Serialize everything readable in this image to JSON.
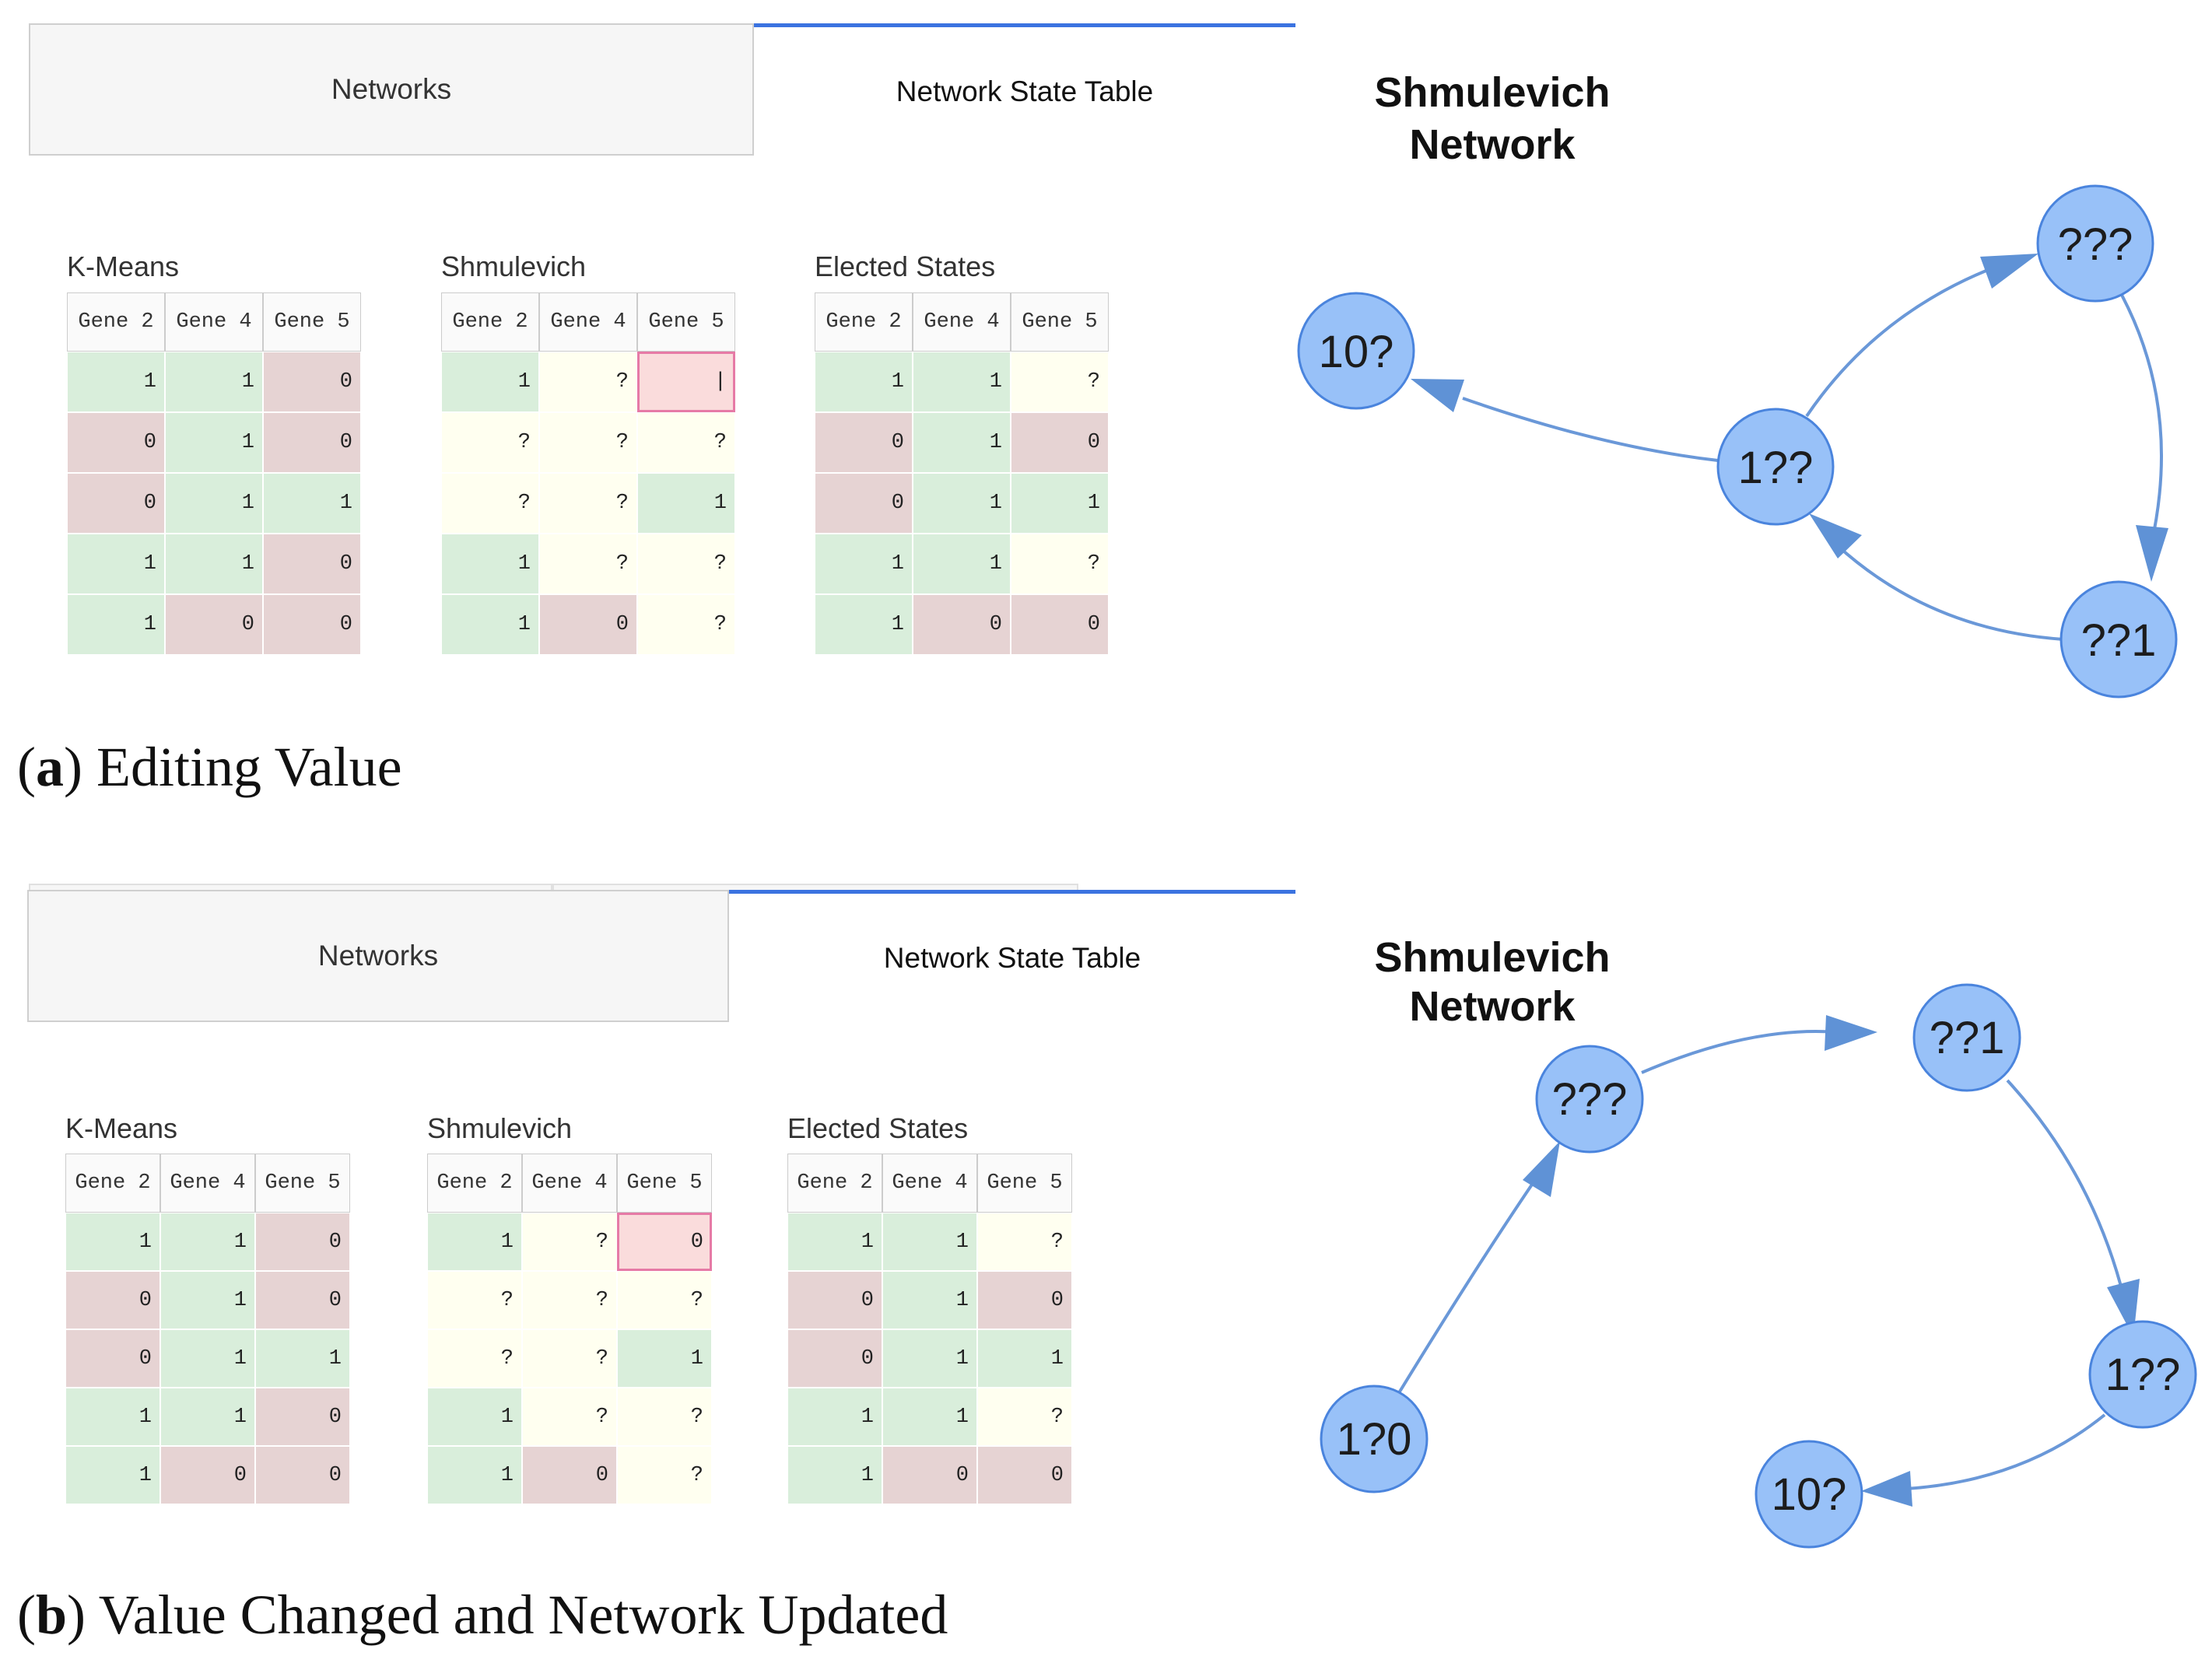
{
  "panels": [
    {
      "id": "a",
      "caption_letter": "a",
      "caption_text": "Editing Value",
      "tabs": {
        "networks": "Networks",
        "state_table": "Network State Table"
      },
      "tables": [
        {
          "title": "K-Means",
          "headers": [
            "Gene 2",
            "Gene 4",
            "Gene 5"
          ],
          "rows": [
            [
              {
                "v": "1",
                "s": "g"
              },
              {
                "v": "1",
                "s": "g"
              },
              {
                "v": "0",
                "s": "r"
              }
            ],
            [
              {
                "v": "0",
                "s": "r"
              },
              {
                "v": "1",
                "s": "g"
              },
              {
                "v": "0",
                "s": "r"
              }
            ],
            [
              {
                "v": "0",
                "s": "r"
              },
              {
                "v": "1",
                "s": "g"
              },
              {
                "v": "1",
                "s": "g"
              }
            ],
            [
              {
                "v": "1",
                "s": "g"
              },
              {
                "v": "1",
                "s": "g"
              },
              {
                "v": "0",
                "s": "r"
              }
            ],
            [
              {
                "v": "1",
                "s": "g"
              },
              {
                "v": "0",
                "s": "r"
              },
              {
                "v": "0",
                "s": "r"
              }
            ]
          ]
        },
        {
          "title": "Shmulevich",
          "headers": [
            "Gene 2",
            "Gene 4",
            "Gene 5"
          ],
          "rows": [
            [
              {
                "v": "1",
                "s": "g"
              },
              {
                "v": "?",
                "s": "y"
              },
              {
                "v": "|",
                "s": "sel"
              }
            ],
            [
              {
                "v": "?",
                "s": "y"
              },
              {
                "v": "?",
                "s": "y"
              },
              {
                "v": "?",
                "s": "y"
              }
            ],
            [
              {
                "v": "?",
                "s": "y"
              },
              {
                "v": "?",
                "s": "y"
              },
              {
                "v": "1",
                "s": "g"
              }
            ],
            [
              {
                "v": "1",
                "s": "g"
              },
              {
                "v": "?",
                "s": "y"
              },
              {
                "v": "?",
                "s": "y"
              }
            ],
            [
              {
                "v": "1",
                "s": "g"
              },
              {
                "v": "0",
                "s": "r"
              },
              {
                "v": "?",
                "s": "y"
              }
            ]
          ]
        },
        {
          "title": "Elected States",
          "headers": [
            "Gene 2",
            "Gene 4",
            "Gene 5"
          ],
          "rows": [
            [
              {
                "v": "1",
                "s": "g"
              },
              {
                "v": "1",
                "s": "g"
              },
              {
                "v": "?",
                "s": "y"
              }
            ],
            [
              {
                "v": "0",
                "s": "r"
              },
              {
                "v": "1",
                "s": "g"
              },
              {
                "v": "0",
                "s": "r"
              }
            ],
            [
              {
                "v": "0",
                "s": "r"
              },
              {
                "v": "1",
                "s": "g"
              },
              {
                "v": "1",
                "s": "g"
              }
            ],
            [
              {
                "v": "1",
                "s": "g"
              },
              {
                "v": "1",
                "s": "g"
              },
              {
                "v": "?",
                "s": "y"
              }
            ],
            [
              {
                "v": "1",
                "s": "g"
              },
              {
                "v": "0",
                "s": "r"
              },
              {
                "v": "0",
                "s": "r"
              }
            ]
          ]
        }
      ],
      "graph": {
        "title_lines": [
          "Shmulevich",
          "Network"
        ],
        "nodes": [
          "10?",
          "???",
          "1??",
          "??1"
        ],
        "edges": [
          [
            "???",
            "??1"
          ],
          [
            "??1",
            "1??"
          ],
          [
            "1??",
            "???"
          ],
          [
            "1??",
            "10?"
          ]
        ]
      }
    },
    {
      "id": "b",
      "caption_letter": "b",
      "caption_text": "Value Changed and Network Updated",
      "tabs": {
        "networks": "Networks",
        "state_table": "Network State Table"
      },
      "tables": [
        {
          "title": "K-Means",
          "headers": [
            "Gene 2",
            "Gene 4",
            "Gene 5"
          ],
          "rows": [
            [
              {
                "v": "1",
                "s": "g"
              },
              {
                "v": "1",
                "s": "g"
              },
              {
                "v": "0",
                "s": "r"
              }
            ],
            [
              {
                "v": "0",
                "s": "r"
              },
              {
                "v": "1",
                "s": "g"
              },
              {
                "v": "0",
                "s": "r"
              }
            ],
            [
              {
                "v": "0",
                "s": "r"
              },
              {
                "v": "1",
                "s": "g"
              },
              {
                "v": "1",
                "s": "g"
              }
            ],
            [
              {
                "v": "1",
                "s": "g"
              },
              {
                "v": "1",
                "s": "g"
              },
              {
                "v": "0",
                "s": "r"
              }
            ],
            [
              {
                "v": "1",
                "s": "g"
              },
              {
                "v": "0",
                "s": "r"
              },
              {
                "v": "0",
                "s": "r"
              }
            ]
          ]
        },
        {
          "title": "Shmulevich",
          "headers": [
            "Gene 2",
            "Gene 4",
            "Gene 5"
          ],
          "rows": [
            [
              {
                "v": "1",
                "s": "g"
              },
              {
                "v": "?",
                "s": "y"
              },
              {
                "v": "0",
                "s": "sel"
              }
            ],
            [
              {
                "v": "?",
                "s": "y"
              },
              {
                "v": "?",
                "s": "y"
              },
              {
                "v": "?",
                "s": "y"
              }
            ],
            [
              {
                "v": "?",
                "s": "y"
              },
              {
                "v": "?",
                "s": "y"
              },
              {
                "v": "1",
                "s": "g"
              }
            ],
            [
              {
                "v": "1",
                "s": "g"
              },
              {
                "v": "?",
                "s": "y"
              },
              {
                "v": "?",
                "s": "y"
              }
            ],
            [
              {
                "v": "1",
                "s": "g"
              },
              {
                "v": "0",
                "s": "r"
              },
              {
                "v": "?",
                "s": "y"
              }
            ]
          ]
        },
        {
          "title": "Elected States",
          "headers": [
            "Gene 2",
            "Gene 4",
            "Gene 5"
          ],
          "rows": [
            [
              {
                "v": "1",
                "s": "g"
              },
              {
                "v": "1",
                "s": "g"
              },
              {
                "v": "?",
                "s": "y"
              }
            ],
            [
              {
                "v": "0",
                "s": "r"
              },
              {
                "v": "1",
                "s": "g"
              },
              {
                "v": "0",
                "s": "r"
              }
            ],
            [
              {
                "v": "0",
                "s": "r"
              },
              {
                "v": "1",
                "s": "g"
              },
              {
                "v": "1",
                "s": "g"
              }
            ],
            [
              {
                "v": "1",
                "s": "g"
              },
              {
                "v": "1",
                "s": "g"
              },
              {
                "v": "?",
                "s": "y"
              }
            ],
            [
              {
                "v": "1",
                "s": "g"
              },
              {
                "v": "0",
                "s": "r"
              },
              {
                "v": "0",
                "s": "r"
              }
            ]
          ]
        }
      ],
      "graph": {
        "title_lines": [
          "Shmulevich",
          "Network"
        ],
        "nodes": [
          "???",
          "??1",
          "1??",
          "10?",
          "1?0"
        ],
        "edges": [
          [
            "1?0",
            "???"
          ],
          [
            "???",
            "??1"
          ],
          [
            "??1",
            "1??"
          ],
          [
            "1??",
            "10?"
          ]
        ]
      }
    }
  ],
  "colors": {
    "cell_green": "#d9eedb",
    "cell_red": "#e6d3d3",
    "cell_yellow": "#fffff0",
    "selected_cell": "#fadcdc",
    "tab_accent": "#3b73e0",
    "node_fill": "#98c1f8",
    "edge": "#6a98d8"
  }
}
